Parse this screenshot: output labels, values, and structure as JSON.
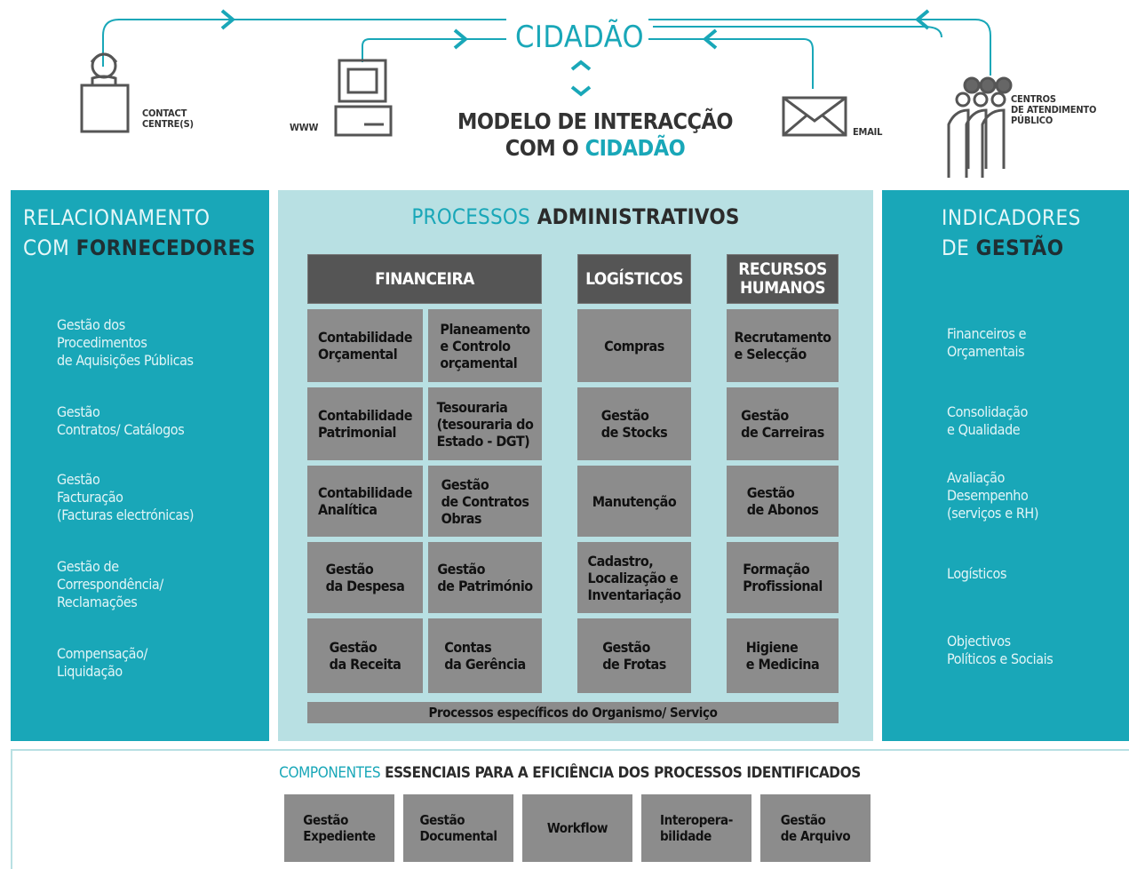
{
  "colors": {
    "accent": "#19a7b8",
    "light_panel": "#b8e0e3",
    "header_dark": "#555555",
    "cell_gray": "#8c8c8c"
  },
  "top": {
    "cidadao": "CIDADÃO",
    "model_title_line1": "MODELO DE INTERACÇÃO",
    "model_title_line2_prefix": "COM O ",
    "model_title_line2_accent": "CIDADÃO",
    "channels": [
      {
        "label_line1": "CONTACT",
        "label_line2": "CENTRE(S)",
        "icon": "headset-person-icon"
      },
      {
        "label_line1": "WWW",
        "label_line2": "",
        "icon": "computer-icon"
      },
      {
        "label_line1": "EMAIL",
        "label_line2": "",
        "icon": "envelope-icon"
      },
      {
        "label_line1": "CENTROS",
        "label_line2": "DE ATENDIMENTO",
        "label_line3": "PÚBLICO",
        "icon": "people-seating-icon"
      }
    ]
  },
  "left_panel": {
    "title_line1": "RELACIONAMENTO",
    "title_line2_prefix": "COM ",
    "title_line2_dark": "FORNECEDORES",
    "items": [
      [
        "Gestão dos",
        "Procedimentos",
        "de Aquisições Públicas"
      ],
      [
        "Gestão",
        "Contratos/ Catálogos"
      ],
      [
        "Gestão",
        "Facturação",
        "(Facturas electrónicas)"
      ],
      [
        "Gestão de",
        "Correspondência/",
        "Reclamações"
      ],
      [
        "Compensação/",
        "Liquidação"
      ]
    ]
  },
  "right_panel": {
    "title_line1": "INDICADORES",
    "title_line2_prefix": "DE ",
    "title_line2_dark": "GESTÃO",
    "items": [
      [
        "Financeiros e",
        "Orçamentais"
      ],
      [
        "Consolidação",
        "e Qualidade"
      ],
      [
        "Avaliação",
        "Desempenho",
        "(serviços e RH)"
      ],
      [
        "Logísticos"
      ],
      [
        "Objectivos",
        "Políticos e Sociais"
      ]
    ]
  },
  "middle": {
    "title_accent": "PROCESSOS",
    "title_dark": " ADMINISTRATIVOS",
    "headers": [
      "FINANCEIRA",
      "LOGÍSTICOS",
      "RECURSOS HUMANOS"
    ],
    "financeira_left": [
      [
        "Contabilidade",
        "Orçamental"
      ],
      [
        "Contabilidade",
        "Patrimonial"
      ],
      [
        "Contabilidade",
        "Analítica"
      ],
      [
        "Gestão",
        "da Despesa"
      ],
      [
        "Gestão",
        "da Receita"
      ]
    ],
    "financeira_right": [
      [
        "Planeamento",
        "e Controlo",
        "orçamental"
      ],
      [
        "Tesouraria",
        "(tesouraria do",
        "Estado - DGT)"
      ],
      [
        "Gestão",
        "de Contratos",
        "Obras"
      ],
      [
        "Gestão",
        "de Património"
      ],
      [
        "Contas",
        "da Gerência"
      ]
    ],
    "logisticos": [
      [
        "Compras"
      ],
      [
        "Gestão",
        "de Stocks"
      ],
      [
        "Manutenção"
      ],
      [
        "Cadastro,",
        "Localização e",
        "Inventariação"
      ],
      [
        "Gestão",
        "de Frotas"
      ]
    ],
    "recursos_humanos": [
      [
        "Recrutamento",
        "e Selecção"
      ],
      [
        "Gestão",
        "de Carreiras"
      ],
      [
        "Gestão",
        "de Abonos"
      ],
      [
        "Formação",
        "Profissional"
      ],
      [
        "Higiene",
        "e Medicina"
      ]
    ],
    "footer": "Processos específicos do Organismo/ Serviço"
  },
  "bottom": {
    "title_accent": "COMPONENTES",
    "title_dark": " ESSENCIAIS PARA A EFICIÊNCIA DOS PROCESSOS IDENTIFICADOS",
    "components": [
      [
        "Gestão",
        "Expediente"
      ],
      [
        "Gestão",
        "Documental"
      ],
      [
        "Workflow"
      ],
      [
        "Interopera-",
        "bilidade"
      ],
      [
        "Gestão",
        "de Arquivo"
      ]
    ]
  }
}
